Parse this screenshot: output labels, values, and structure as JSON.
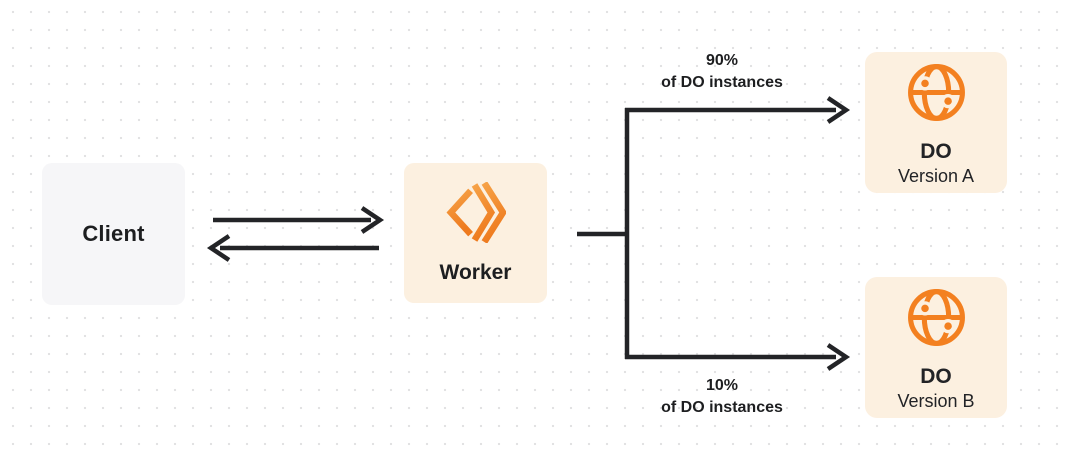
{
  "diagram": {
    "client": {
      "label": "Client"
    },
    "worker": {
      "label": "Worker",
      "icon": "workers-chevrons-icon"
    },
    "do_a": {
      "title": "DO",
      "version": "Version A",
      "icon": "durable-object-globe-icon"
    },
    "do_b": {
      "title": "DO",
      "version": "Version B",
      "icon": "durable-object-globe-icon"
    },
    "branch_top": {
      "percent": "90%",
      "caption": "of DO instances"
    },
    "branch_bottom": {
      "percent": "10%",
      "caption": "of DO instances"
    },
    "edges": {
      "client_worker": "bidirectional-arrows",
      "worker_branch": "split-to-two-arrows"
    }
  },
  "colors": {
    "accent_orange": "#F38020",
    "accent_orange_light": "#F6A247",
    "accent_orange_dark": "#EE7A1E",
    "box_cream": "#FCF0E0",
    "box_gray": "#F6F6F8",
    "line_dark": "#232427",
    "text_dark": "#1D1E20",
    "dot_grid": "#E2E2E3"
  }
}
